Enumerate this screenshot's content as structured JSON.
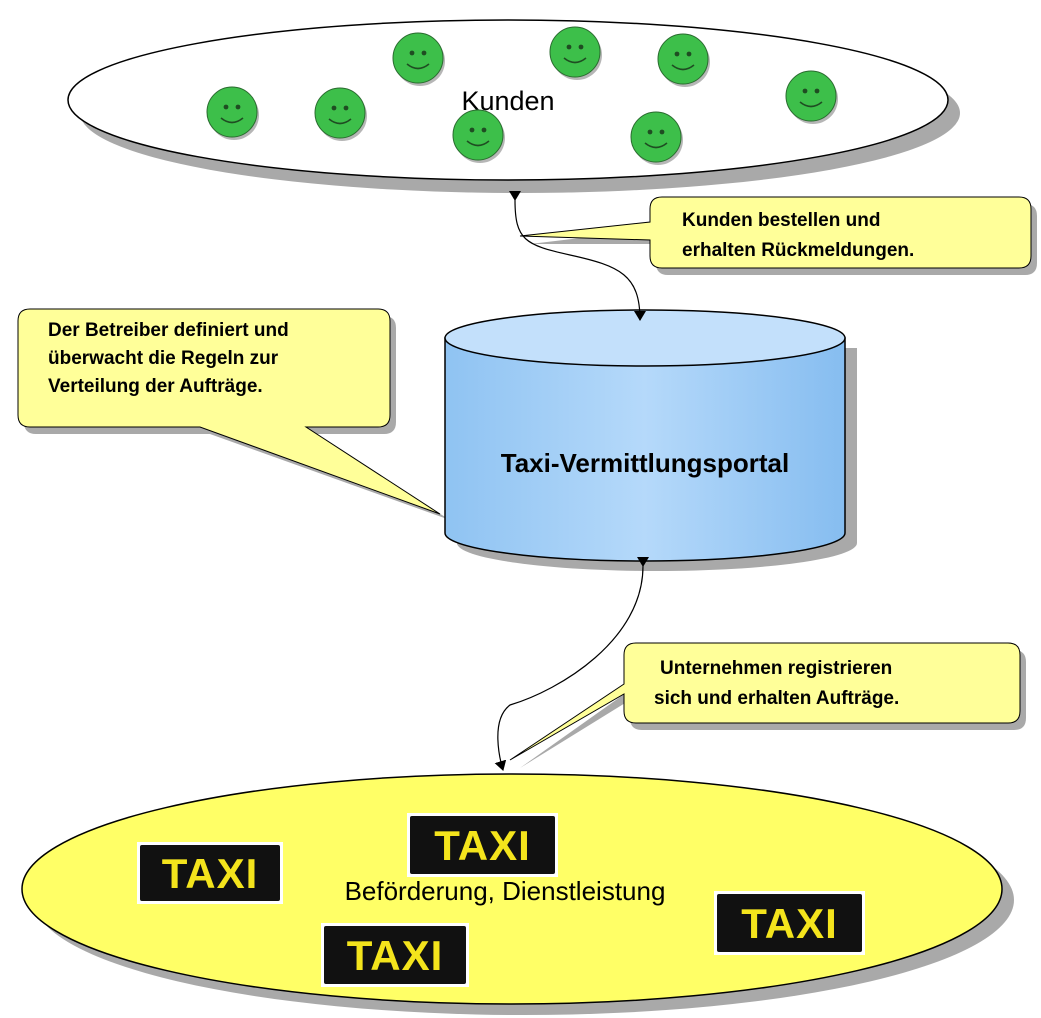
{
  "customers": {
    "label": "Kunden",
    "fill": "#ffffff"
  },
  "callout_customers": {
    "lines": [
      "Kunden bestellen und",
      "erhalten Rückmeldungen."
    ]
  },
  "callout_operator": {
    "lines": [
      "Der Betreiber definiert und",
      "überwacht die Regeln zur",
      "Verteilung der Aufträge."
    ]
  },
  "portal": {
    "label": "Taxi-Vermittlungsportal",
    "fill": "#a9d1f7"
  },
  "callout_companies": {
    "lines": [
      "Unternehmen registrieren",
      "sich und erhalten Aufträge."
    ]
  },
  "providers": {
    "label": "Beförderung, Dienstleistung",
    "fill": "#ffff66"
  },
  "taxi_sign": {
    "text": "TAXI",
    "bg": "#111111",
    "fg": "#f4e41c"
  },
  "colors": {
    "smiley": "#3dbf4a",
    "callout": "#ffff99",
    "shadow": "#8c8c8c"
  }
}
